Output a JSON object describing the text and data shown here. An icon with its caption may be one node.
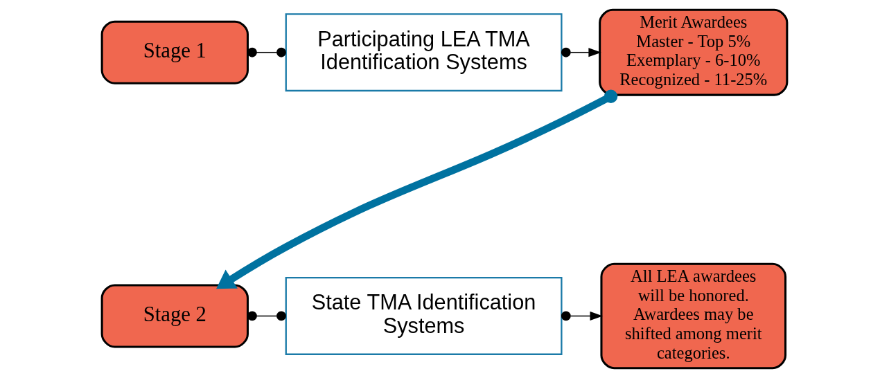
{
  "diagram": {
    "nodes": [
      {
        "text": [
          "Stage 1"
        ]
      },
      {
        "text": [
          "Participating LEA TMA Identification Systems"
        ]
      },
      {
        "text": [
          "Merit Awardees Master - Top 5% Exemplary - 6-10% Recognized - 11-25%"
        ]
      },
      {
        "text": [
          "Stage 2"
        ]
      },
      {
        "text": [
          "State TMA Identification Systems"
        ]
      },
      {
        "text": [
          "All LEA awardees will be honored. Awardees may be shifted among merit categories."
        ]
      }
    ],
    "edges": [
      {
        "from": 0,
        "to": 1,
        "arrow": "other"
      },
      {
        "from": 1,
        "to": 2,
        "arrow": "to"
      },
      {
        "from": 2,
        "to": 3,
        "arrow": "to",
        "style": "thick",
        "color": "#0072a0"
      },
      {
        "from": 3,
        "to": 4,
        "arrow": "other"
      },
      {
        "from": 4,
        "to": 5,
        "arrow": "to"
      }
    ]
  }
}
